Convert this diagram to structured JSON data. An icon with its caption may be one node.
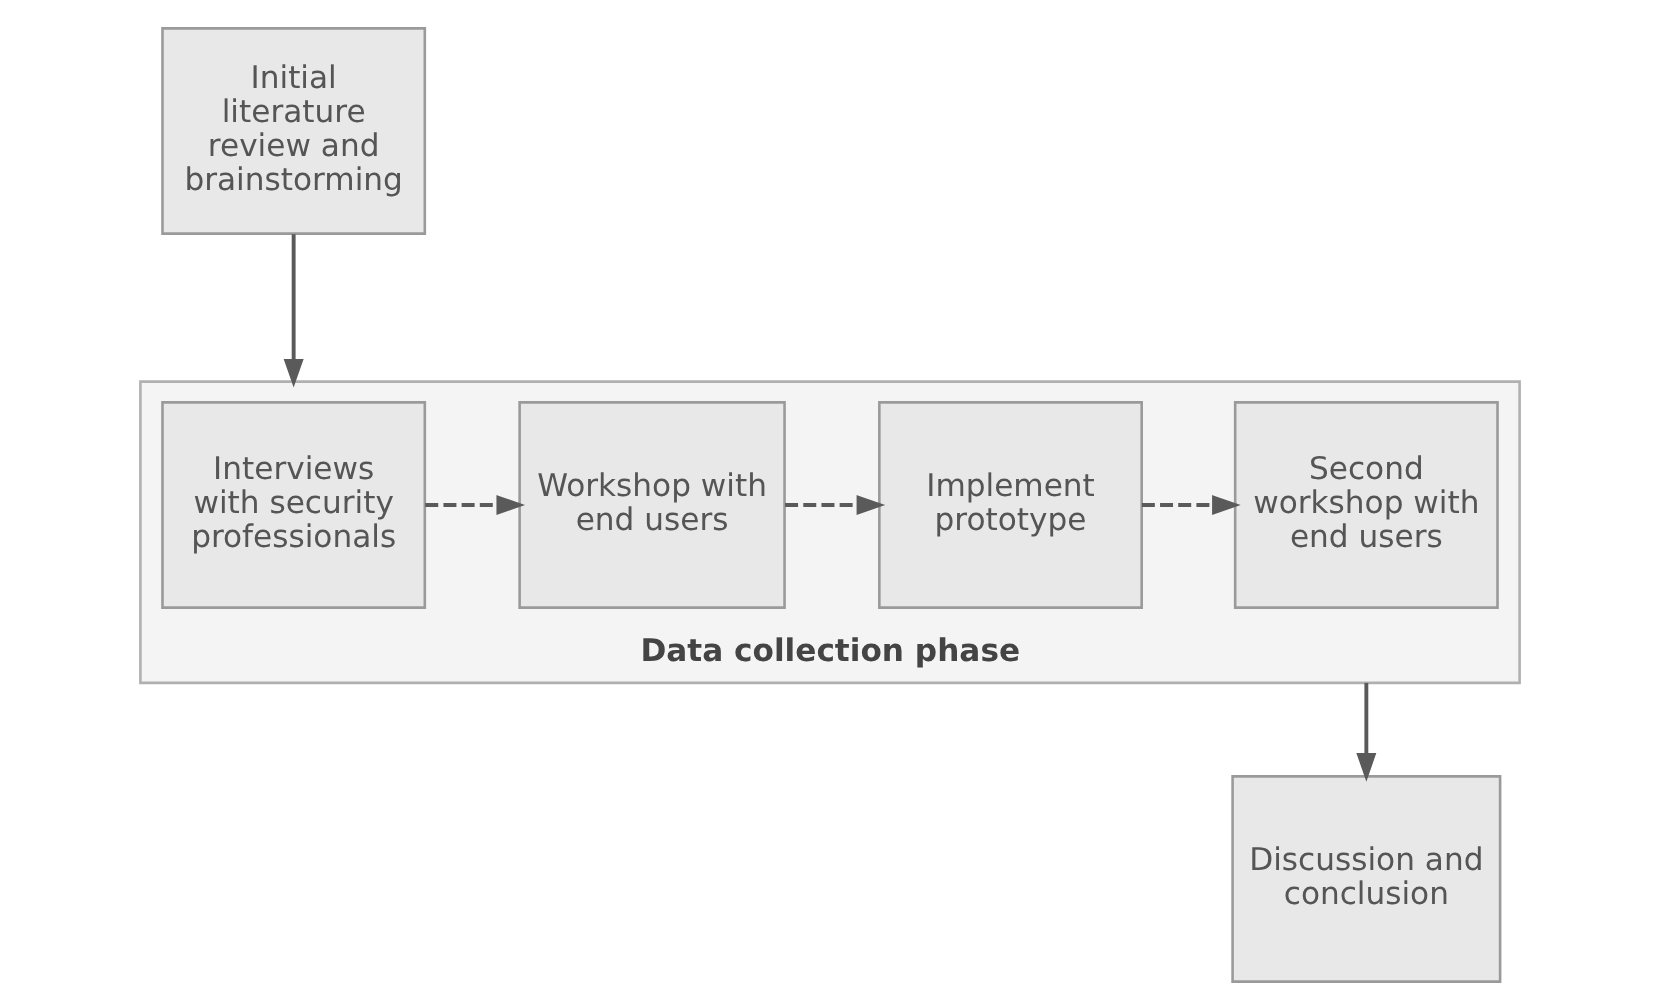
{
  "diagram": {
    "nodes": [
      {
        "text": [
          "Initial literature review and brainstorming"
        ]
      },
      {
        "text": [
          "Data collection phase"
        ]
      },
      {
        "text": [
          "Interviews with security professionals"
        ],
        "in": 1
      },
      {
        "text": [
          "Workshop with end users"
        ],
        "in": 1
      },
      {
        "text": [
          "Implement prototype"
        ],
        "in": 1
      },
      {
        "text": [
          "Second workshop with end users"
        ],
        "in": 1
      },
      {
        "text": [
          "Discussion and conclusion"
        ]
      }
    ],
    "edges": [
      {
        "from": 0,
        "to": 1,
        "arrow": "to"
      },
      {
        "from": 2,
        "to": 3,
        "arrow": "to",
        "style": "dashed"
      },
      {
        "from": 3,
        "to": 4,
        "arrow": "to",
        "style": "dashed"
      },
      {
        "from": 4,
        "to": 5,
        "arrow": "to",
        "style": "dashed"
      },
      {
        "from": 1,
        "to": 6,
        "arrow": "to"
      }
    ]
  }
}
